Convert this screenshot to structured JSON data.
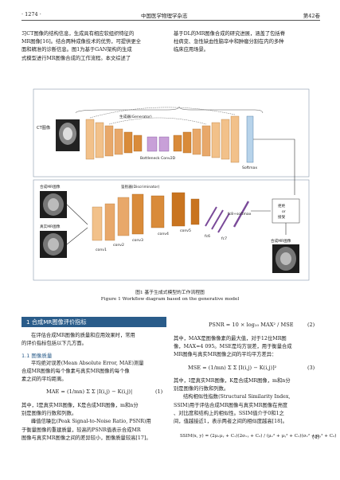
{
  "header": {
    "page_number": "· 1274 ·",
    "journal": "中国医学物理学杂志",
    "volume": "第42卷"
  },
  "top_left": [
    "习CT图像的结构信息，生成具有相应软组织特征的",
    "MR图像[16]。结合两种成像技术的优势，可提供更全",
    "面和精准的诊断信息。图1为基于GAN架构的生成",
    "式模型进行MR图像合成的工作流程。本文综述了"
  ],
  "top_right": [
    "基于DL的MR图像合成的研究进展，涵盖了包括脊",
    "柱病变、急性缺血性脑卒中和肿瘤分割在内的多种",
    "临床应用场景。"
  ],
  "figure": {
    "generator_label": "生成器(Generator)",
    "ct_label": "CT图像",
    "bottleneck_label": "Bottleneck Conv2D",
    "softmax_label": "Softmax",
    "discriminator_label": "鉴别器(Discriminator)",
    "synth_label": "合成MR图像",
    "real_label": "真实MR图像",
    "layers": [
      "conv1",
      "conv2",
      "conv3",
      "conv4",
      "conv5",
      "fc6",
      "fc7",
      "fc8+softmax"
    ],
    "decision_label": "拒绝\nor\n接受",
    "output_label": "合成MR图像"
  },
  "caption_cn": "图1 基于生成式模型的工作流程图",
  "caption_en": "Figure 1 Workflow diagram based on the generative model",
  "section_title": "1  合成MR图像评价指标",
  "left_col_a": [
    "在评估合成MR图像的质量和应用效果时，常用",
    "的评价指标包括以下几方面。"
  ],
  "subsection": "1.1  图像质量",
  "left_col_b": [
    "平均绝对误差(Mean Absolute Error, MAE)测量",
    "合成MR图像的每个像素与真实MR图像的每个像",
    "素之间的平均距离。"
  ],
  "eq1": "MAE = (1/mn) Σ Σ |I(i,j) − K(i,j)|",
  "eq1_num": "(1)",
  "left_col_c": [
    "其中，I是真实MR图像，K是合成MR图像，m和n分",
    "别是图像的行数和列数。",
    "峰值信噪比(Peak Signal-to-Noise Ratio, PSNR)用",
    "于衡量图像的重建质量，较高的PSNR值表示合成MR",
    "图像与真实MR图像之间的差异较小，图像质量较高[17]。"
  ],
  "eq2": "PSNR = 10 × log₁₀ MAX² / MSE",
  "eq2_num": "(2)",
  "right_col_a": [
    "其中，MAX是图像像素的最大值，对于12位MR图",
    "像，MAX=4 095。MSE是均方误差，用于衡量合成",
    "MR图像与真实MR图像之间的平均平方差异："
  ],
  "eq3": "MSE = (1/mn) Σ Σ [I(i,j) − K(i,j)]²",
  "eq3_num": "(3)",
  "right_col_b": [
    "其中，I是真实MR图像，K是合成MR图像，m和n分",
    "别是图像的行数和列数。",
    "结构相似性指数(Structural Similarity Index,",
    "SSIM)用于评估合成MR图像与真实MR图像在亮度",
    "、对比度和结构上的相似性。SSIM值介于0和1之",
    "间，值越接近1，表示两者之间的相似度越高[18]。"
  ],
  "eq4": "SSIM(x, y) = (2μₓμᵧ + C₁)(2σₓᵧ + C₂) / (μₓ² + μᵧ² + C₁)(σₓ² + σᵧ² + C₂)",
  "eq4_num": "(4)"
}
